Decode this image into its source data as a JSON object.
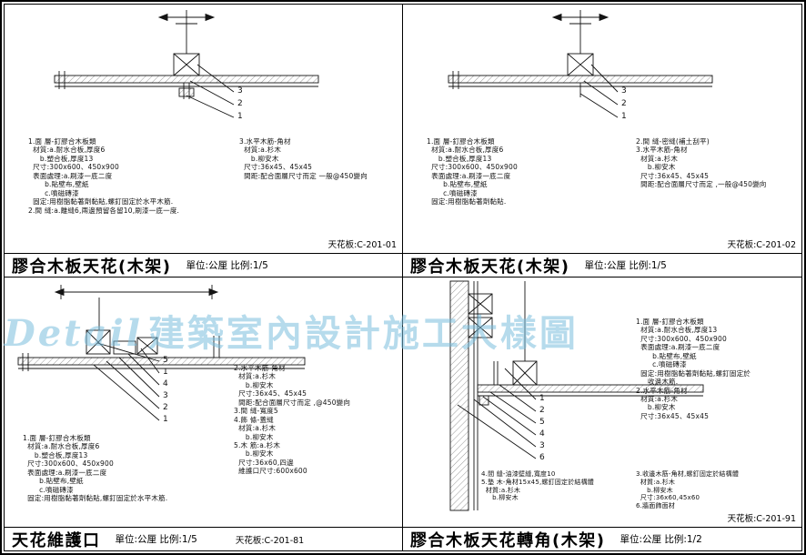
{
  "sheet": {
    "watermark_latin": "Detail",
    "watermark_cjk": "建築室內設計施工大樣圖"
  },
  "panels": [
    {
      "title": "膠合木板天花(木架)",
      "unit_scale": "單位:公厘 比例:1/5",
      "ref": "天花板:C-201-01",
      "callouts": [
        "3",
        "2",
        "1"
      ],
      "notes_left": "1.面 層-釘膠合木板類\n  材質:a.耐水合板,厚度6\n     b.塑合板,厚度13\n  尺寸:300x600、450x900\n  表面處理:a.刷漆一底二度\n       b.貼壁布,壁紙\n       c.噴磁磚漆\n  固定:用樹脂黏著劑黏貼,螺釘固定於水平木筋.\n2.間 縫:a.離縫6,兩邊預留各留10,刷漆一底一度.",
      "notes_right": "3.水平木筋-角材\n  材質:a.杉木\n     b.柳安木\n  尺寸:36x45、45x45\n  間距:配合面層尺寸而定 一般@450變向"
    },
    {
      "title": "膠合木板天花(木架)",
      "unit_scale": "單位:公厘 比例:1/5",
      "ref": "天花板:C-201-02",
      "callouts": [
        "3",
        "2",
        "1"
      ],
      "notes_left": "1.面 層-釘膠合木板類\n  材質:a.耐水合板,厚度6\n     b.塑合板,厚度13\n  尺寸:300x600、450x900\n  表面處理:a.刷漆一底二度\n       b.貼壁布,壁紙\n       c.噴磁磚漆\n  固定:用樹脂黏著劑黏貼.",
      "notes_right": "2.間 縫-密縫(補土刮平)\n3.水平木筋-角材\n  材質:a.杉木\n     b.柳安木\n  尺寸:36x45、45x45\n  間距:配合面層尺寸而定 ,一般@450變向"
    },
    {
      "title": "天花維護口",
      "unit_scale": "單位:公厘 比例:1/5",
      "ref": "天花板:C-201-81",
      "callouts": [
        "5",
        "1",
        "4",
        "3",
        "2",
        "1"
      ],
      "notes_left": "1.面 層-釘膠合木板類\n  材質:a.耐水合板,厚度6\n     b.塑合板,厚度13\n  尺寸:300x600、450x900\n  表面處理:a.刷漆一底二度\n       b.貼壁布,壁紙\n       c.噴磁磚漆\n  固定:用樹脂黏著劑黏貼,螺釘固定於水平木筋.",
      "notes_right": "2.水平木筋-角材\n  材質:a.杉木\n     b.柳安木\n  尺寸:36x45、45x45\n  間距:配合面層尺寸而定 ,@450變向\n3.間 縫-寬度5\n4.飾 條-蓋縫\n  材質:a.杉木\n     b.柳安木\n5.木 筋:a.杉木\n     b.柳安木\n  尺寸:36x60,四邊\n  維護口尺寸:600x600"
    },
    {
      "title": "膠合木板天花轉角(木架)",
      "unit_scale": "單位:公厘 比例:1/2",
      "ref": "天花板:C-201-91",
      "callouts": [
        "1",
        "2",
        "5",
        "4",
        "3",
        "6"
      ],
      "notes_right": "1.面 層-釘膠合木板類\n  材質:a.耐水合板,厚度13\n  尺寸:300x600、450x900\n  表面處理:a.刷漆一底二度\n       b.貼壁布,壁紙\n       c.噴磁磚漆\n  固定:用樹脂黏著劑黏貼,螺釘固定於\n     收邊木筋.\n2.水平木筋-角材\n  材質:a.杉木\n     b.柳安木\n  尺寸:36x45、45x45",
      "notes_bottom_left": "4.間 縫-油漆壁縫,寬度10\n5.墊 木-角材15x45,螺釘固定於結構體\n  材質:a.杉木\n     b.柳安木",
      "notes_bottom_right": "3.收邊木筋-角材,螺釘固定於結構體\n  材質:a.杉木\n     b.柳安木\n  尺寸:36x60,45x60\n6.牆面飾面材"
    }
  ]
}
